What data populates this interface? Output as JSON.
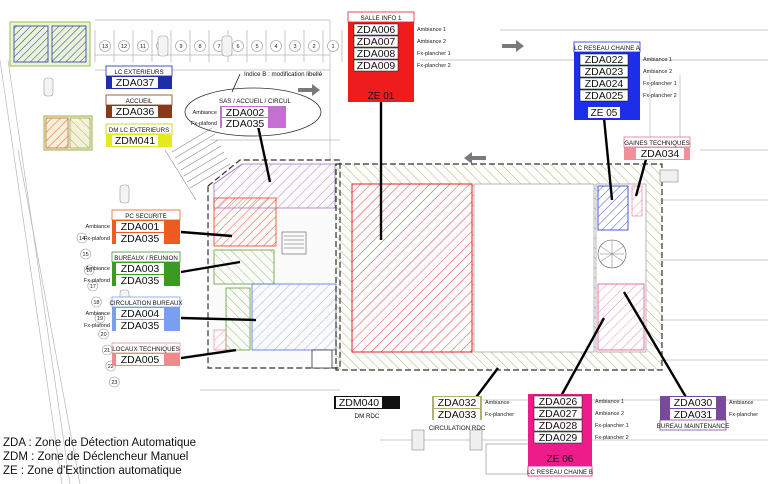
{
  "legend": [
    "ZDA : Zone de Détection Automatique",
    "ZDM : Zone de Déclencheur Manuel",
    "ZE : Zone d'Extinction automatique"
  ],
  "revision_note": "Indice B : modification libellé",
  "parking_numbers": [
    "13",
    "12",
    "11",
    "10",
    "9",
    "8",
    "7",
    "6",
    "5",
    "4",
    "3",
    "2",
    "1"
  ],
  "side_numbers": [
    "14",
    "15",
    "16",
    "17",
    "18",
    "19",
    "20",
    "21",
    "22",
    "23"
  ],
  "zones": {
    "salle_info": {
      "title": "SALLE INFO 1",
      "codes": [
        "ZDA006",
        "ZDA007",
        "ZDA008",
        "ZDA009"
      ],
      "sublabels": [
        "Ambiance 1",
        "Ambiance 2",
        "Fx-plancher 1",
        "Fx-plancher 2"
      ],
      "ze": "ZE 01",
      "color": "#ee1c1c"
    },
    "lc_reseau_a": {
      "title": "LC RESEAU CHAINE A",
      "codes": [
        "ZDA022",
        "ZDA023",
        "ZDA024",
        "ZDA025"
      ],
      "sublabels": [
        "Ambiance 1",
        "Ambiance 2",
        "Fx-plancher 1",
        "Fx-plancher 2"
      ],
      "ze": "ZE 05",
      "color": "#1c2ee8"
    },
    "lc_exterieurs": {
      "title": "LC EXTERIEURS",
      "code": "ZDA037",
      "color": "#1c2ea8"
    },
    "accueil": {
      "title": "ACCUEIL",
      "code": "ZDA036",
      "color": "#8a3a1a"
    },
    "dm_lc_ext": {
      "title": "DM LC EXTERIEURS",
      "code": "ZDM041",
      "color": "#e4ea1c"
    },
    "sas": {
      "title": "SAS / ACCUEIL / CIRCUL",
      "codes": [
        "ZDA002",
        "ZDA035"
      ],
      "sublabels": [
        "Ambiance",
        "Fx-plafond"
      ],
      "color": "#c470d0"
    },
    "gaines": {
      "title": "GAINES TECHNIQUES",
      "code": "ZDA034",
      "color": "#f0909a"
    },
    "pc_securite": {
      "title": "PC SECURITE",
      "codes": [
        "ZDA001",
        "ZDA035"
      ],
      "sublabels": [
        "Ambiance",
        "Fx-plafond"
      ],
      "color": "#f05a22"
    },
    "bureaux": {
      "title": "BUREAUX / REUNION",
      "codes": [
        "ZDA003",
        "ZDA035"
      ],
      "sublabels": [
        "Ambiance",
        "Fx-plafond"
      ],
      "color": "#3a9a24"
    },
    "circulation_bureaux": {
      "title": "CIRCULATION BUREAUX",
      "codes": [
        "ZDA004",
        "ZDA035"
      ],
      "sublabels": [
        "Ambiance",
        "Fx-plafond"
      ],
      "color": "#7a9ef0"
    },
    "locaux_tech": {
      "title": "LOCAUX TECHNIQUES",
      "code": "ZDA005",
      "color": "#f08a8a"
    },
    "dm_rdc": {
      "title": "DM RDC",
      "code": "ZDM040",
      "color": "#111111"
    },
    "circulation_rdc": {
      "title": "CIRCULATION RDC",
      "codes": [
        "ZDA032",
        "ZDA033"
      ],
      "sublabels": [
        "Ambiance",
        "Fx-plancher"
      ],
      "color": "#b0b070"
    },
    "lc_reseau_b": {
      "title": "LC RESEAU CHAINE B",
      "codes": [
        "ZDA026",
        "ZDA027",
        "ZDA028",
        "ZDA029"
      ],
      "sublabels": [
        "Ambiance 1",
        "Ambiance 2",
        "Fx-plancher 1",
        "Fx-plancher 2"
      ],
      "ze": "ZE 06",
      "color": "#ee1c8a"
    },
    "bureau_maint": {
      "title": "BUREAU MAINTENANCE",
      "codes": [
        "ZDA030",
        "ZDA031"
      ],
      "sublabels": [
        "Ambiance",
        "Fx-plancher"
      ],
      "color": "#7a4a9a"
    }
  }
}
